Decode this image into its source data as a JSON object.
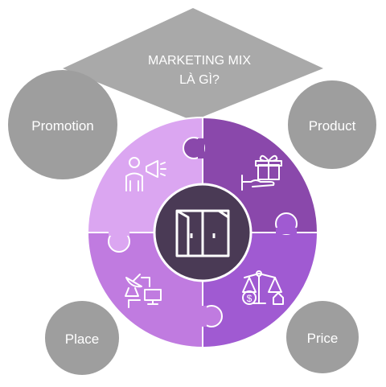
{
  "title": {
    "line1": "MARKETING MIX",
    "line2": "LÀ GÌ?"
  },
  "corners": {
    "top_left": "Promotion",
    "top_right": "Product",
    "bottom_left": "Place",
    "bottom_right": "Price"
  },
  "colors": {
    "diamond": "#a9a9a9",
    "circles": "#9e9e9e",
    "center": "#4a3a55",
    "promotion_piece": "#dba6f1",
    "product_piece": "#8a48ab",
    "place_piece": "#c07be0",
    "price_piece": "#a05ad2"
  },
  "icons": {
    "promotion": "megaphone-person-icon",
    "product": "gift-hand-icon",
    "place": "satellite-monitor-icon",
    "price": "scale-dollar-house-icon",
    "center": "doors-icon"
  }
}
